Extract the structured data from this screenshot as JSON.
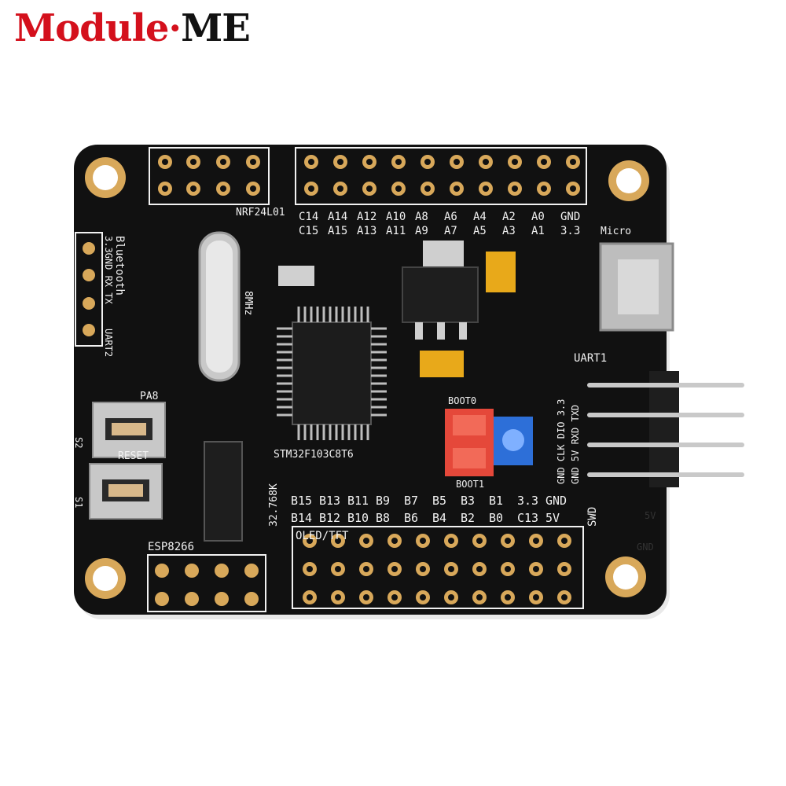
{
  "logo": {
    "brand_part1": "Module",
    "brand_dot": "·",
    "brand_part2": "ME"
  },
  "colors": {
    "brand_red": "#d4101c",
    "pcb": "#111111",
    "silk": "#f2f2f2",
    "pad_gold": "#d8a85a",
    "jumper_red": "#e5483a",
    "pot_blue": "#2d6fd8"
  },
  "board": {
    "top_header_labels": [
      "C14",
      "A14",
      "A12",
      "A10",
      "A8",
      "A6",
      "A4",
      "A2",
      "A0",
      "GND"
    ],
    "top_header_labels_row2": [
      "C15",
      "A15",
      "A13",
      "A11",
      "A9",
      "A7",
      "A5",
      "A3",
      "A1",
      "3.3"
    ],
    "bottom_labels_row1": [
      "B15",
      "B13",
      "B11",
      "B9",
      "B7",
      "B5",
      "B3",
      "B1",
      "3.3",
      "GND"
    ],
    "bottom_labels_row2": [
      "B14",
      "B12",
      "B10",
      "B8",
      "B6",
      "B4",
      "B2",
      "B0",
      "C13",
      "5V"
    ],
    "chip_label": "STM32F103C8T6",
    "nrf_label": "NRF24L01",
    "esp_label": "ESP8266",
    "oled_label": "OLED/TFT",
    "bluetooth_label": "Bluetooth",
    "bluetooth_pins": "3.3GND RX TX",
    "uart2_label": "UART2",
    "uart1_label": "UART1",
    "swd_label": "SWD",
    "micro_label": "Micro",
    "crystal_label": "8MHz",
    "crystal2_label": "32.768K",
    "reset_label": "RESET",
    "pa8_label": "PA8",
    "s2_label": "S2",
    "s1_label": "S1",
    "boot0_label": "BOOT0",
    "boot1_label": "BOOT1",
    "swd_pins_row1": "GND CLK DIO 3.3",
    "swd_pins_row2": "GND 5V RXD TXD",
    "gnd_label": "GND",
    "v5_label": "5V"
  }
}
